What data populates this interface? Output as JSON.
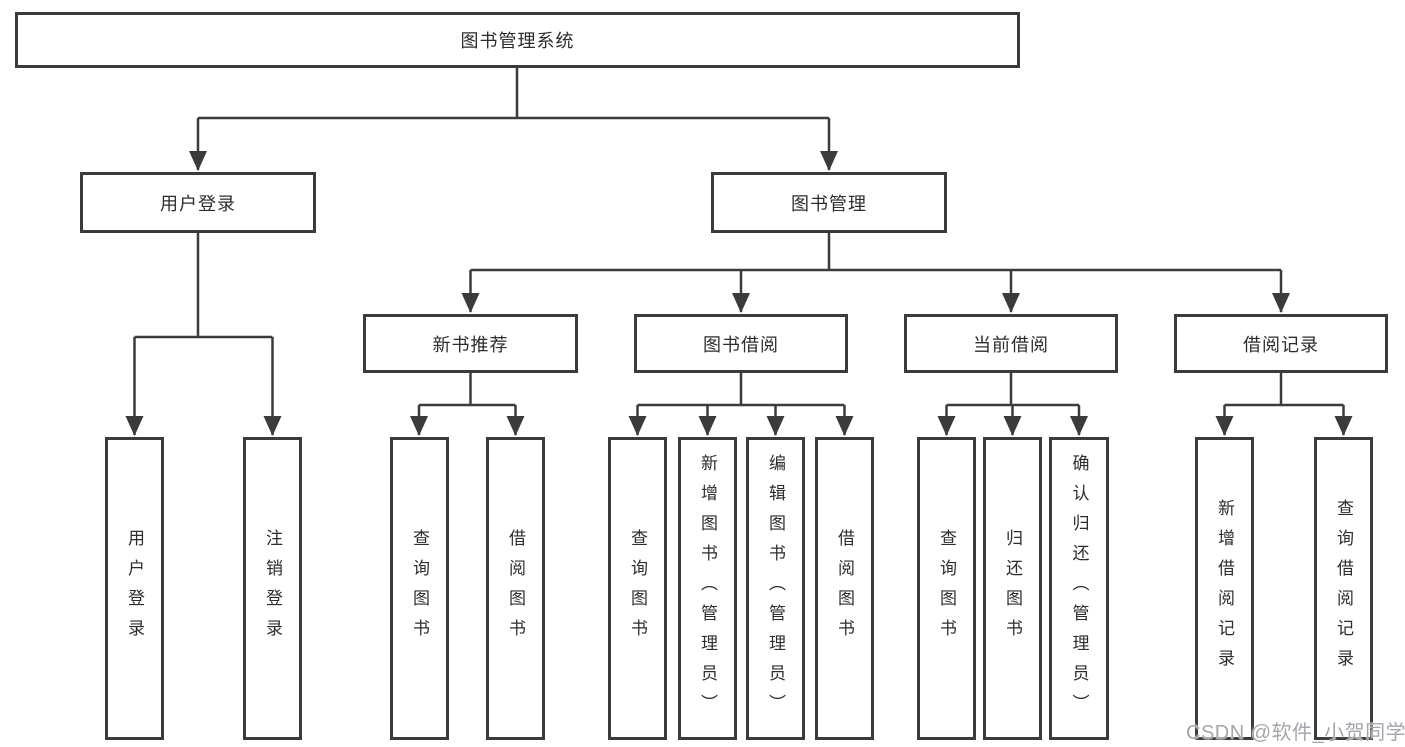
{
  "diagram_type": "function-structure-tree",
  "tree": {
    "label": "图书管理系统",
    "children": [
      {
        "label": "用户登录",
        "children": [
          {
            "label": "用户登录"
          },
          {
            "label": "注销登录"
          }
        ]
      },
      {
        "label": "图书管理",
        "children": [
          {
            "label": "新书推荐",
            "children": [
              {
                "label": "查询图书"
              },
              {
                "label": "借阅图书"
              }
            ]
          },
          {
            "label": "图书借阅",
            "children": [
              {
                "label": "查询图书"
              },
              {
                "label": "新增图书（管理员）"
              },
              {
                "label": "编辑图书（管理员）"
              },
              {
                "label": "借阅图书"
              }
            ]
          },
          {
            "label": "当前借阅",
            "children": [
              {
                "label": "查询图书"
              },
              {
                "label": "归还图书"
              },
              {
                "label": "确认归还（管理员）"
              }
            ]
          },
          {
            "label": "借阅记录",
            "children": [
              {
                "label": "新增借阅记录"
              },
              {
                "label": "查询借阅记录"
              }
            ]
          }
        ]
      }
    ]
  },
  "watermark": {
    "text": "CSDN @软件_小贺同学"
  },
  "colors": {
    "background": "#ffffff",
    "line": "#3b3b3b",
    "box_border": "#3b3b3b",
    "box_fill": "#ffffff",
    "text": "#2d2d2d",
    "watermark": "#a5a5ad"
  }
}
